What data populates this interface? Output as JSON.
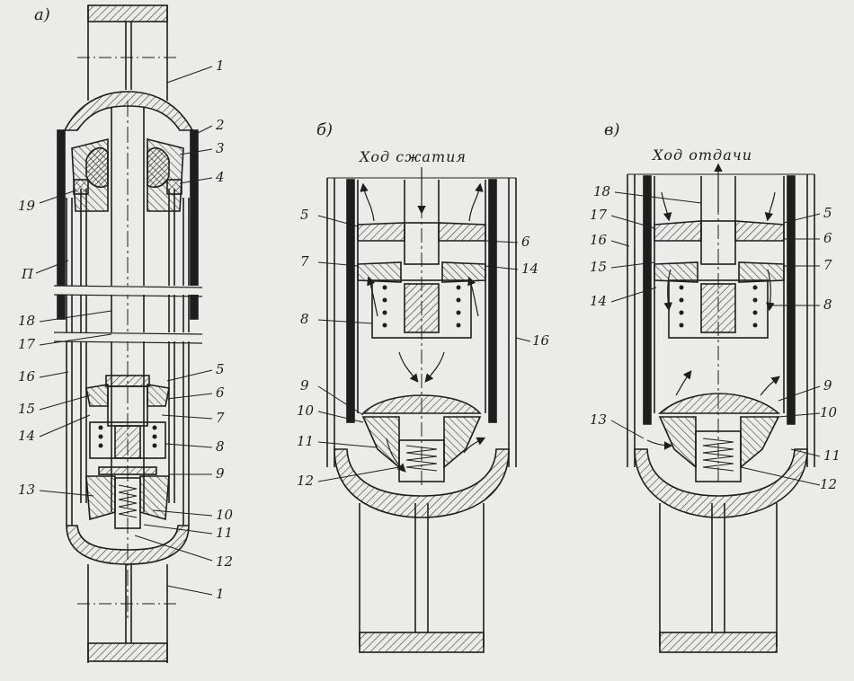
{
  "panels": {
    "a": {
      "label": "а)",
      "callouts": {
        "n1_top": "1",
        "n2": "2",
        "n3": "3",
        "n4": "4",
        "n19": "19",
        "nP": "П",
        "n18": "18",
        "n17": "17",
        "n16": "16",
        "n5": "5",
        "n15": "15",
        "n6": "6",
        "n14": "14",
        "n7": "7",
        "n8": "8",
        "n9": "9",
        "n13": "13",
        "n10": "10",
        "n11": "11",
        "n12": "12",
        "n1_bottom": "1"
      }
    },
    "b": {
      "label": "б)",
      "mode": "Ход сжатия",
      "callouts": {
        "n5": "5",
        "n6": "6",
        "n7": "7",
        "n14": "14",
        "n8": "8",
        "n16": "16",
        "n9": "9",
        "n10": "10",
        "n11": "11",
        "n12": "12"
      }
    },
    "c": {
      "label": "в)",
      "mode": "Ход отдачи",
      "callouts": {
        "n18": "18",
        "n17": "17",
        "n16": "16",
        "n15": "15",
        "n14": "14",
        "n5": "5",
        "n6": "6",
        "n7": "7",
        "n8": "8",
        "n13": "13",
        "n9": "9",
        "n10": "10",
        "n11": "11",
        "n12": "12"
      }
    }
  },
  "colors": {
    "background": "#ebebea",
    "ink": "#1e1e1e",
    "hatch": "#3a3a3a"
  }
}
